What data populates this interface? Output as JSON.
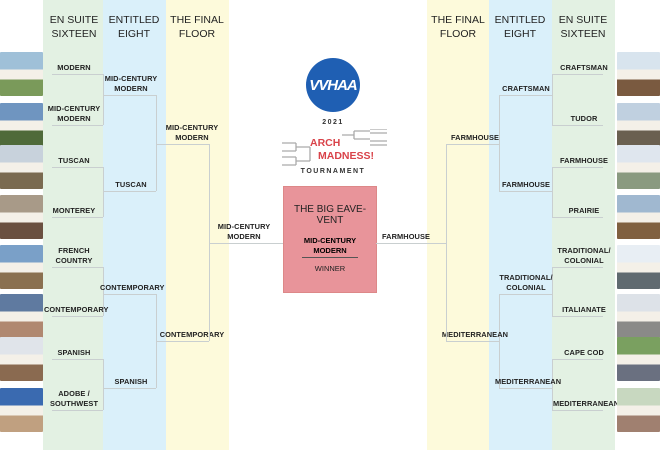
{
  "logo": {
    "text": "VVHAA",
    "year": "2021",
    "title_line1": "ARCH",
    "title_line2": "MADNESS!",
    "subtitle": "TOURNAMENT"
  },
  "headers": {
    "round16": "EN SUITE SIXTEEN",
    "round8": "ENTITLED EIGHT",
    "round4": "THE FINAL FLOOR"
  },
  "left": {
    "round16": [
      "MODERN",
      "MID-CENTURY MODERN",
      "TUSCAN",
      "MONTEREY",
      "FRENCH COUNTRY",
      "CONTEMPORARY",
      "SPANISH",
      "ADOBE / SOUTHWEST"
    ],
    "round8": [
      "MID-CENTURY MODERN",
      "TUSCAN",
      "CONTEMPORARY",
      "SPANISH"
    ],
    "round4": [
      "MID-CENTURY MODERN",
      "CONTEMPORARY"
    ],
    "final": "MID-CENTURY MODERN"
  },
  "right": {
    "round16": [
      "CRAFTSMAN",
      "TUDOR",
      "FARMHOUSE",
      "PRAIRIE",
      "TRADITIONAL/ COLONIAL",
      "ITALIANATE",
      "CAPE COD",
      "MEDITERRANEAN"
    ],
    "round8": [
      "CRAFTSMAN",
      "FARMHOUSE",
      "TRADITIONAL/ COLONIAL",
      "MEDITERRANEAN"
    ],
    "round4": [
      "FARMHOUSE",
      "MEDITERRANEAN"
    ],
    "final": "FARMHOUSE"
  },
  "winner": {
    "title": "THE BIG EAVE-VENT",
    "name": "MID-CENTURY MODERN",
    "label": "WINNER"
  },
  "colors": {
    "green": "#e3f1e3",
    "blue": "#daf0fa",
    "yellow": "#fdfadb",
    "winner_box": "#e8949a",
    "logo": "#1f5fb3",
    "accent": "#d9434a"
  }
}
